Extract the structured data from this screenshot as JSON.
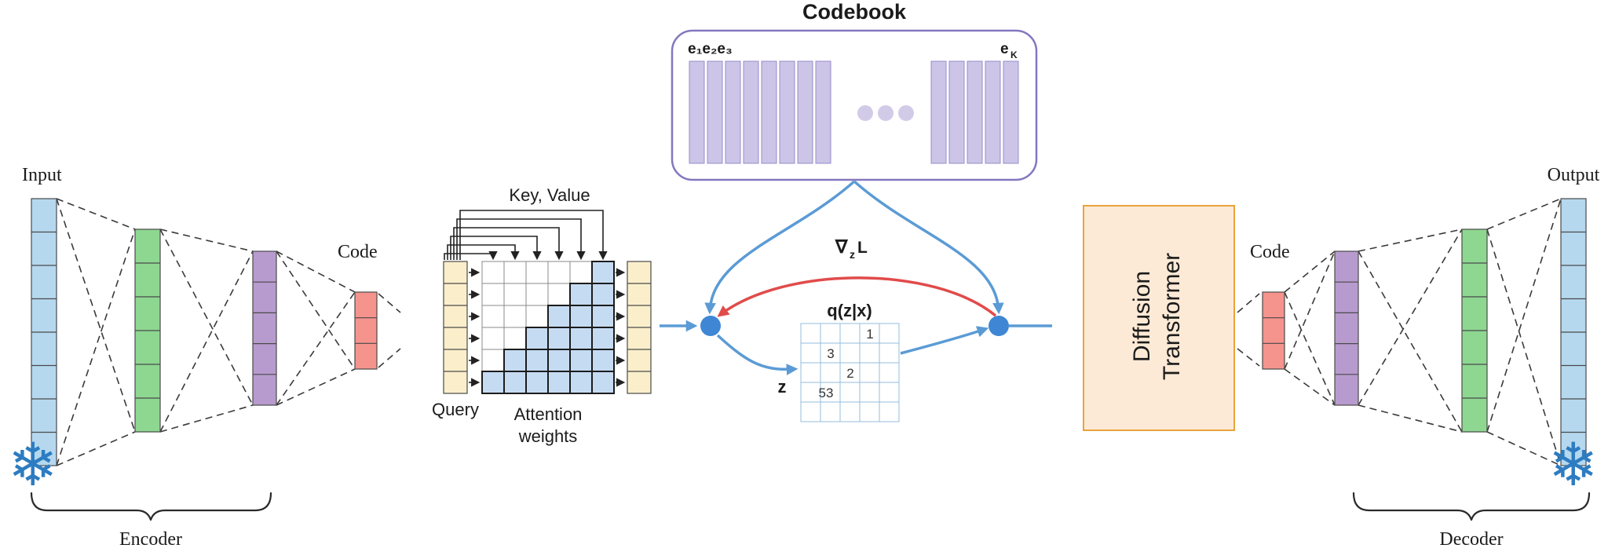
{
  "encoder": {
    "input_label": "Input",
    "code_label": "Code",
    "brace_label": "Encoder"
  },
  "decoder": {
    "code_label": "Code",
    "output_label": "Output",
    "brace_label": "Decoder"
  },
  "attention": {
    "key_value_label": "Key, Value",
    "query_label": "Query",
    "weights_line1": "Attention",
    "weights_line2": "weights"
  },
  "codebook": {
    "title": "Codebook",
    "left_label": "e₁e₂e₃",
    "right_label_base": "e",
    "right_label_sub": "K"
  },
  "quantization": {
    "gradient_nabla": "∇",
    "gradient_sub": "z",
    "gradient_loss": "L",
    "posterior_label": "q(z|x)",
    "z_label": "z",
    "grid_numbers": [
      "1",
      "3",
      "2",
      "53"
    ]
  },
  "diffusion": {
    "line1": "Diffusion",
    "line2": "Transformer"
  },
  "icons": {
    "snowflake": "❄"
  },
  "colors": {
    "input_blue": "#b5d8ef",
    "layer_green": "#8ed791",
    "layer_purple": "#b89bce",
    "code_red": "#f5938d",
    "kv_yellow": "#fbefcb",
    "attn_cell_blue": "#c5dbf2",
    "codebook_bar": "#ccc5e7",
    "codebook_border": "#8577bf",
    "ellipsis_dot": "#d2cbe8",
    "arrow_blue": "#5b9bd5",
    "arrow_red": "#e14b4b",
    "node_blue": "#3f87d4",
    "q_grid_fill": "#d9eaf6",
    "q_grid_line": "#94bedd",
    "diffusion_fill": "#fdead6",
    "diffusion_border": "#e9a33b",
    "snowflake_blue": "#2d7cc1",
    "dashed_line": "#3a3a3a"
  }
}
